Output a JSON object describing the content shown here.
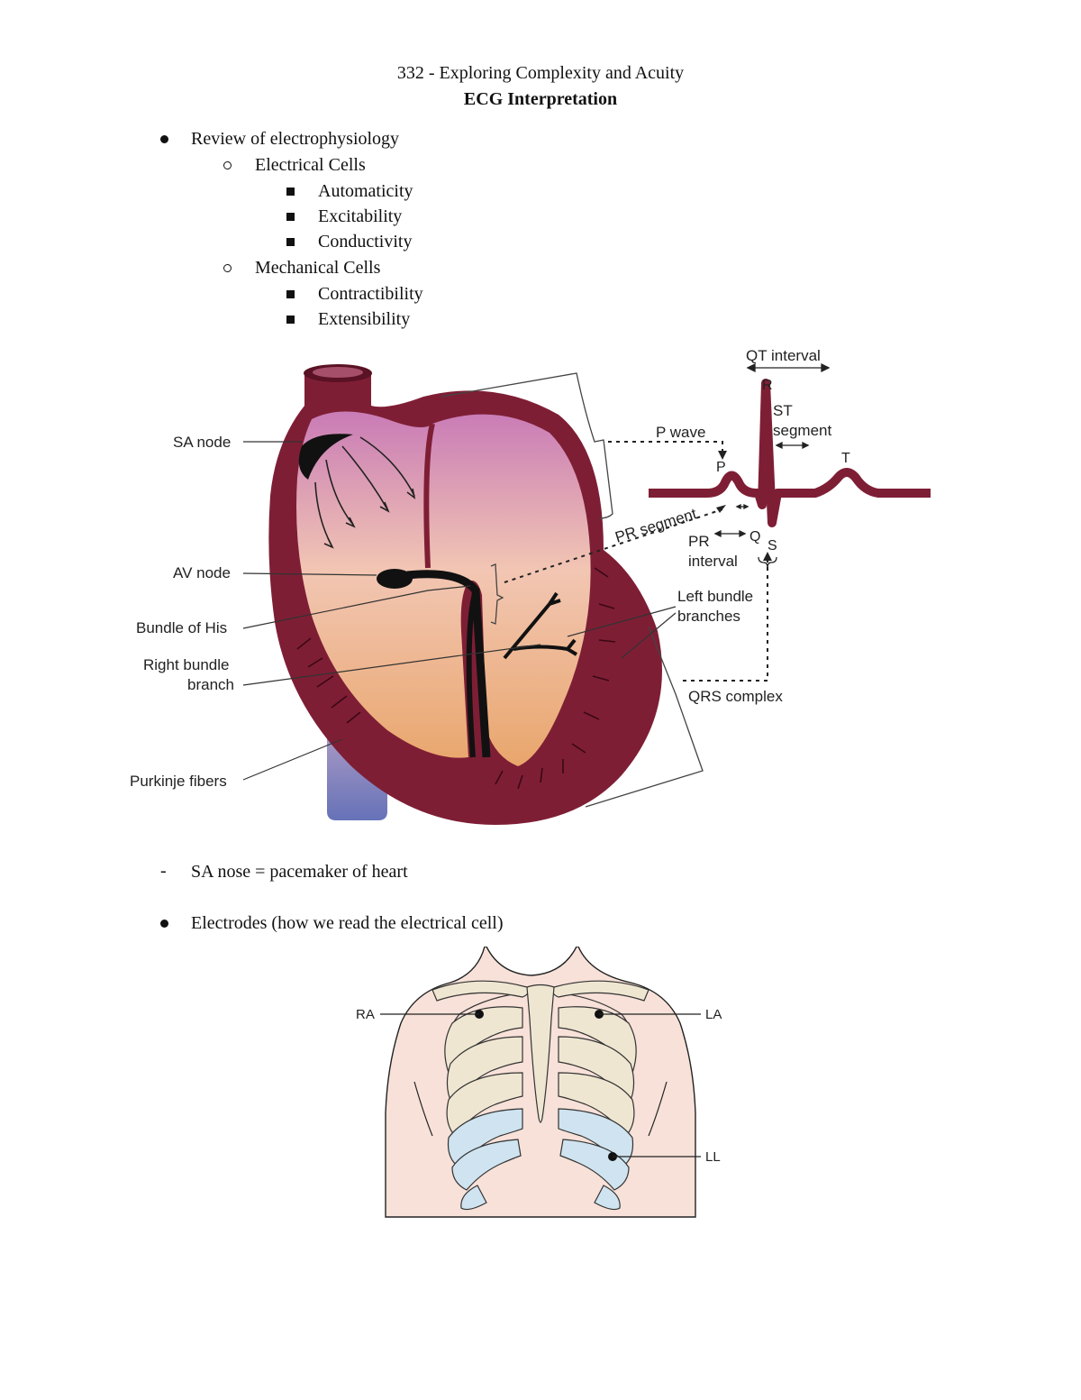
{
  "header": {
    "title": "332 - Exploring Complexity and Acuity",
    "subtitle": "ECG Interpretation"
  },
  "outline": {
    "item1": "Review of electrophysiology",
    "item1_sub1": "Electrical Cells",
    "item1_sub1_a": "Automaticity",
    "item1_sub1_b": "Excitability",
    "item1_sub1_c": "Conductivity",
    "item1_sub2": "Mechanical Cells",
    "item1_sub2_a": "Contractibility",
    "item1_sub2_b": "Extensibility",
    "note": "SA nose = pacemaker of heart",
    "item2": "Electrodes (how we read the electrical cell)"
  },
  "heart_diagram": {
    "labels": {
      "sa_node": "SA node",
      "av_node": "AV node",
      "bundle_of_his": "Bundle of His",
      "right_bundle_1": "Right bundle",
      "right_bundle_2": "branch",
      "purkinje": "Purkinje fibers",
      "left_bundle_1": "Left bundle",
      "left_bundle_2": "branches",
      "qrs_complex": "QRS complex",
      "pr_segment": "PR segment",
      "pr_interval_1": "PR",
      "pr_interval_2": "interval",
      "p_wave": "P wave",
      "qt_interval": "QT interval",
      "st_segment_1": "ST",
      "st_segment_2": "segment",
      "wave_p": "P",
      "wave_q": "Q",
      "wave_r": "R",
      "wave_s": "S",
      "wave_t": "T"
    },
    "colors": {
      "muscle": "#7e1e35",
      "ecg_trace": "#7e1e35",
      "atrium": "#c77db4",
      "ventricle": "#e9a36b"
    }
  },
  "electrode_diagram": {
    "labels": {
      "ra": "RA",
      "la": "LA",
      "ll": "LL"
    },
    "colors": {
      "skin": "#f7e1d8",
      "bone": "#efe6d2",
      "cartilage": "#cfe3f0"
    }
  }
}
